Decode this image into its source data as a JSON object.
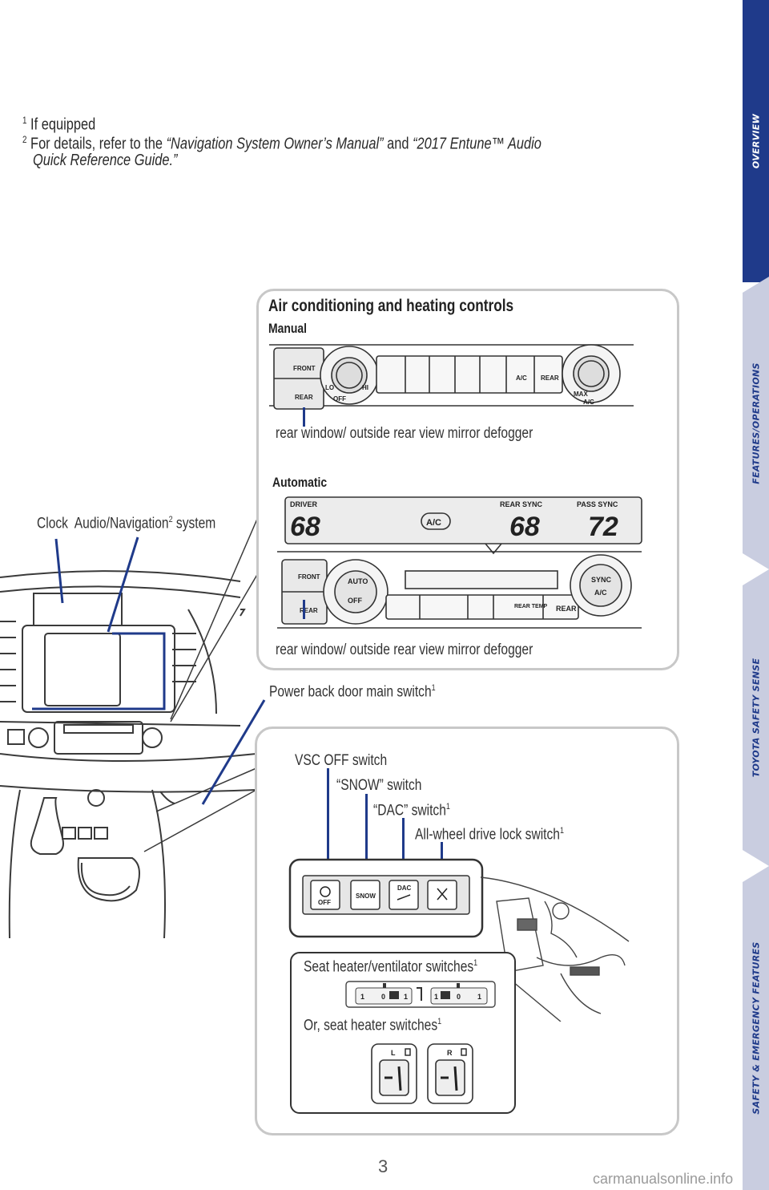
{
  "footnotes": {
    "fn1_num": "1",
    "fn1_text": "If equipped",
    "fn2_num": "2",
    "fn2_prefix": "For details, refer to the",
    "fn2_ref1": "“Navigation System Owner’s Manual”",
    "fn2_and": "and",
    "fn2_ref2": "“2017 Entune™ Audio",
    "fn2_ref2_line2": "Quick Reference Guide.”"
  },
  "tabs": [
    {
      "label": "OVERVIEW",
      "active": true
    },
    {
      "label": "FEATURES/OPERATIONS",
      "active": false
    },
    {
      "label": "TOYOTA SAFETY SENSE",
      "active": false
    },
    {
      "label": "SAFETY & EMERGENCY FEATURES",
      "active": false
    }
  ],
  "climate": {
    "heading": "Air conditioning and heating controls",
    "manual_label": "Manual",
    "manual_defogger": "rear window/ outside rear view mirror defogger",
    "manual_buttons": {
      "front": "FRONT",
      "rear_defog": "REAR",
      "lo": "LO",
      "hi": "HI",
      "off": "OFF",
      "ac": "A/C",
      "rear": "REAR",
      "max": "MAX",
      "max_ac": "A/C"
    },
    "automatic_label": "Automatic",
    "automatic_defogger": "rear window/ outside rear view mirror defogger",
    "display": {
      "driver": "DRIVER",
      "driver_temp": "68",
      "ac": "A/C",
      "rear_sync": "REAR SYNC",
      "rear_temp": "68",
      "pass_sync": "PASS SYNC",
      "pass_temp": "72"
    },
    "auto_buttons": {
      "front": "FRONT",
      "rear_defog": "REAR",
      "auto": "AUTO",
      "off": "OFF",
      "rear_temp": "REAR TEMP",
      "rear": "REAR",
      "sync": "SYNC",
      "ac": "A/C"
    }
  },
  "dash": {
    "clock_label": "Clock",
    "audio_label": "Audio/Navigation",
    "audio_sup": "2",
    "audio_suffix": "system",
    "power_door_label": "Power back door main switch",
    "power_door_sup": "1"
  },
  "switches": {
    "vsc_label": "VSC OFF switch",
    "snow_label": "“SNOW” switch",
    "dac_label": "“DAC” switch",
    "dac_sup": "1",
    "awd_label": "All-wheel drive lock switch",
    "awd_sup": "1",
    "btn_off": "OFF",
    "btn_snow": "SNOW",
    "btn_dac": "DAC",
    "seat_vent_label": "Seat heater/ventilator switches",
    "seat_vent_sup": "1",
    "seat_heater_label": "Or, seat heater switches",
    "seat_heater_sup": "1",
    "seat_l": "L",
    "seat_r": "R",
    "vent_marks": [
      "1",
      "0",
      "1",
      "1",
      "0",
      "1"
    ]
  },
  "page": {
    "number": "3",
    "watermark": "carmanualsonline.info"
  },
  "colors": {
    "accent_blue": "#1f3a8a",
    "tab_inactive": "#c9cde0",
    "panel_border": "#c8c8c8"
  }
}
